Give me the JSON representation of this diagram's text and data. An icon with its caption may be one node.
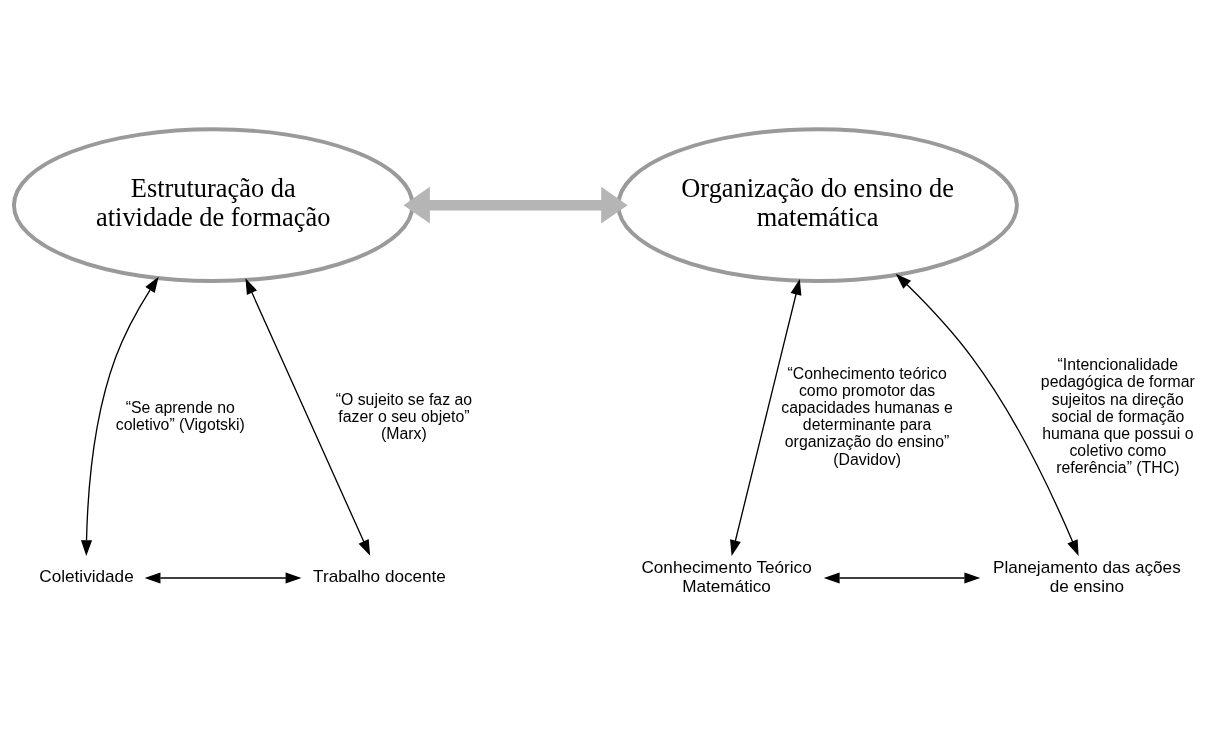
{
  "diagram": {
    "nodes": [
      {
        "text": [
          "Estruturação da atividade de formação"
        ]
      },
      {
        "text": [
          "Organização do ensino de matemática"
        ]
      },
      {
        "text": [
          "Coletividade"
        ]
      },
      {
        "text": [
          "Trabalho docente"
        ]
      },
      {
        "text": [
          "Conhecimento Teórico Matemático"
        ]
      },
      {
        "text": [
          "Planejamento das ações de ensino"
        ]
      }
    ],
    "edges": [
      {
        "from": 0,
        "to": 1,
        "arrow": "both",
        "style": "thick",
        "color": "#b5b5b5"
      },
      {
        "from": 0,
        "to": 2,
        "arrow": "both",
        "label": "“Se aprende no coletivo” (Vigotski)"
      },
      {
        "from": 0,
        "to": 3,
        "arrow": "both",
        "label": "“O sujeito se faz ao fazer o seu objeto” (Marx)"
      },
      {
        "from": 1,
        "to": 4,
        "arrow": "both",
        "label": "“Conhecimento teórico como promotor das capacidades humanas e determinante para organização do ensino” (Davidov)"
      },
      {
        "from": 1,
        "to": 5,
        "arrow": "both",
        "label": "“Intencionalidade pedagógica de formar sujeitos na direção social de formação humana que possui o coletivo como referência” (THC)"
      },
      {
        "from": 2,
        "to": 3,
        "arrow": "both"
      },
      {
        "from": 4,
        "to": 5,
        "arrow": "both"
      }
    ]
  }
}
